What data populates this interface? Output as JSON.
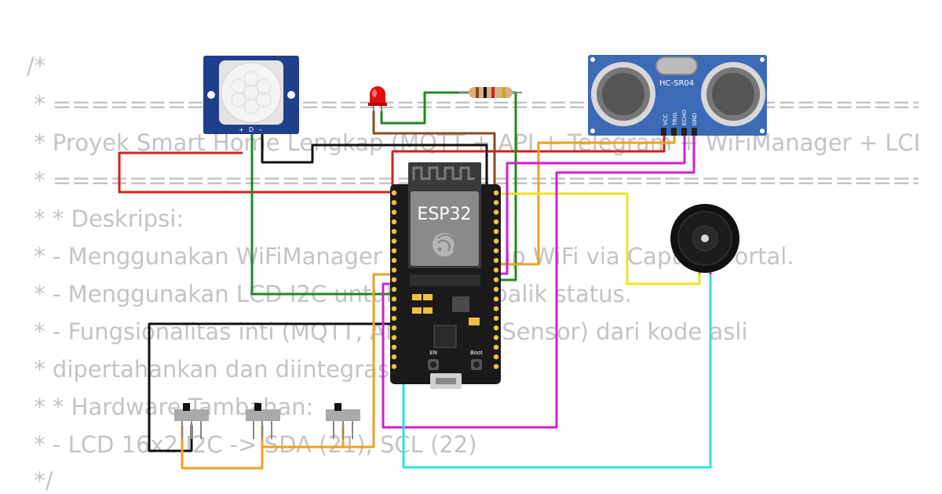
{
  "code_comment": {
    "lines": [
      "/*",
      " * ===============================================================",
      " * Proyek Smart Home Lengkap (MQTT + API + Telegram + WiFiManager + LCD)",
      " * ===============================================================",
      " * * Deskripsi:",
      " * - Menggunakan WiFiManager untuk setup WiFi via Captive Portal.",
      " * - Menggunakan LCD I2C untuk umpan balik status.",
      " * - Fungsionalitas inti (MQTT, API, Alarm, Sensor) dari kode asli",
      " * dipertahankan dan diintegrasikan.",
      " * * Hardware Tambahan:",
      " * - LCD 16x2 I2C -> SDA (21), SCL (22)",
      " */"
    ]
  },
  "components": {
    "pir": {
      "pin_plus": "+",
      "pin_d": "D",
      "pin_minus": "–"
    },
    "ultrasonic": {
      "label": "HC-SR04",
      "pins": [
        "VCC",
        "TRIG",
        "ECHO",
        "GND"
      ]
    },
    "esp32": {
      "label": "ESP32",
      "button_en": "EN",
      "button_boot": "Boot"
    }
  },
  "colors": {
    "background": "#ffffff",
    "comment_text": "#c4c4c4",
    "wire_red": "#d42020",
    "wire_black": "#111111",
    "wire_green": "#1f8a1f",
    "wire_brown": "#8b4a1c",
    "wire_orange": "#f0a020",
    "wire_yellow": "#f2e21a",
    "wire_magenta": "#d020d0",
    "wire_cyan": "#30e0e0",
    "pir_board": "#1f3f8c",
    "ultrasonic_board": "#3d6ab5",
    "esp32_board": "#1a1a1a",
    "led_red": "#e01010"
  },
  "icons": [
    "espressif-logo-icon",
    "micro-usb-icon"
  ]
}
